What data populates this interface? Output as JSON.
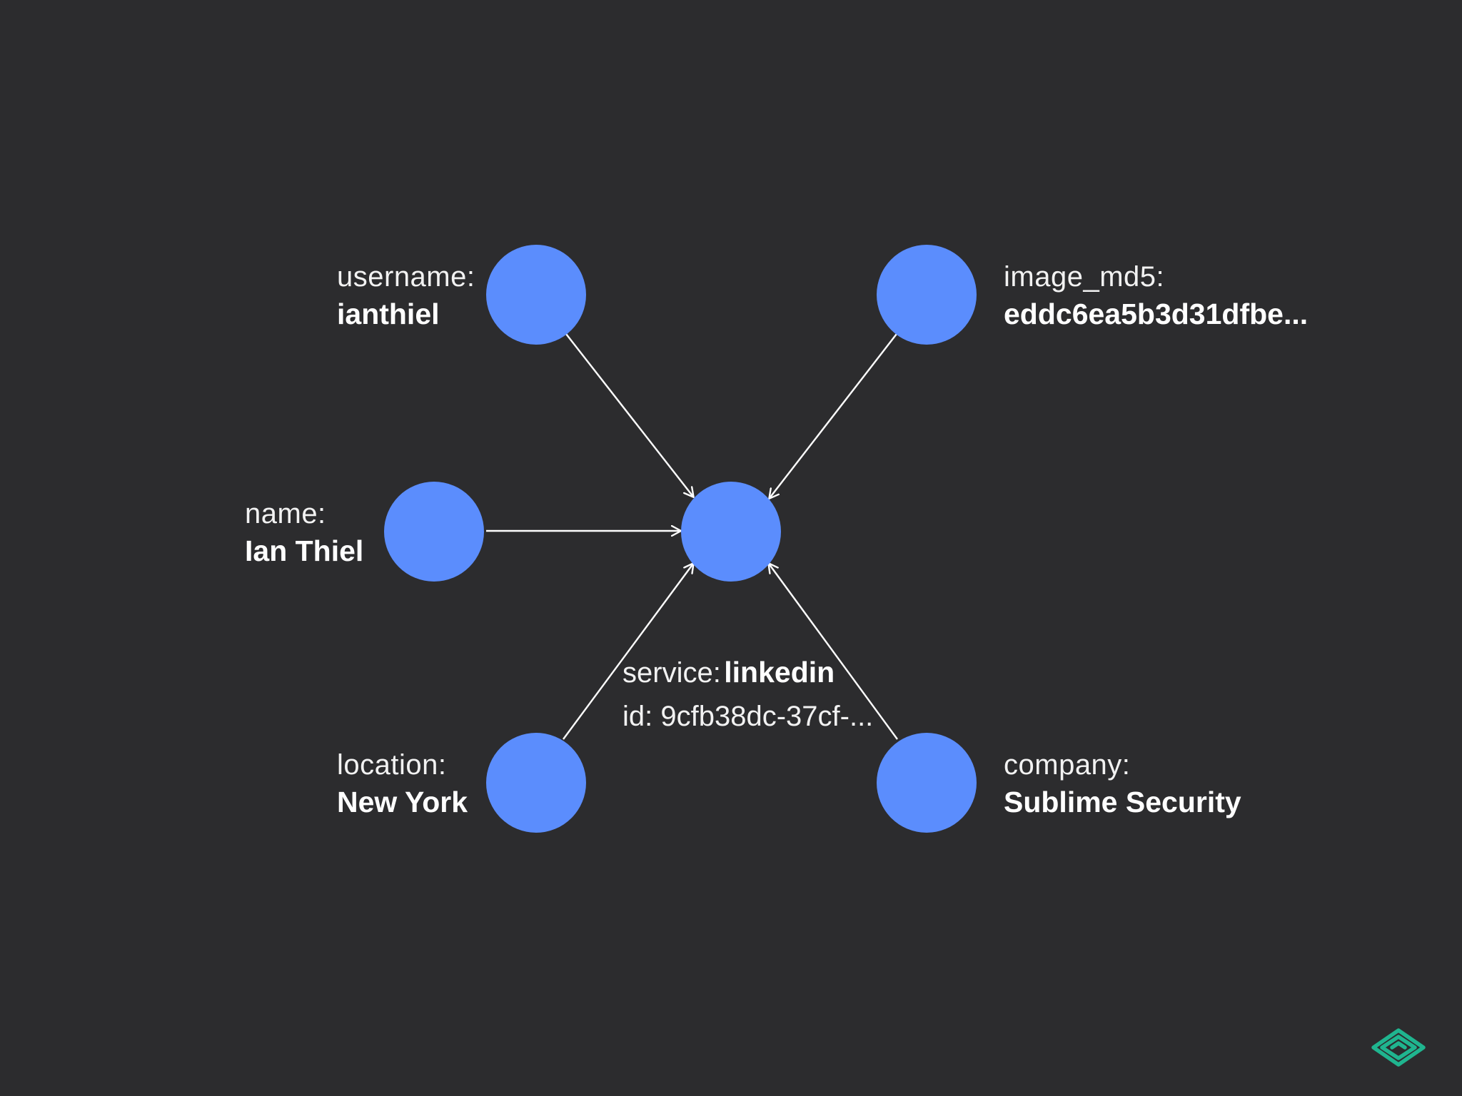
{
  "colors": {
    "background": "#2c2c2e",
    "node": "#5b8dfd",
    "edge": "#ffffff",
    "text": "#ffffff",
    "logo": "#1fb58f"
  },
  "center": {
    "service_key": "service:",
    "service_value": "linkedin",
    "id_text": "id: 9cfb38dc-37cf-..."
  },
  "nodes": {
    "username": {
      "key": "username:",
      "value": "ianthiel"
    },
    "image_md5": {
      "key": "image_md5:",
      "value": "eddc6ea5b3d31dfbe..."
    },
    "name": {
      "key": "name:",
      "value": "Ian Thiel"
    },
    "location": {
      "key": "location:",
      "value": "New York"
    },
    "company": {
      "key": "company:",
      "value": "Sublime Security"
    }
  },
  "logo": {
    "icon": "sublime-security-logo-icon"
  }
}
